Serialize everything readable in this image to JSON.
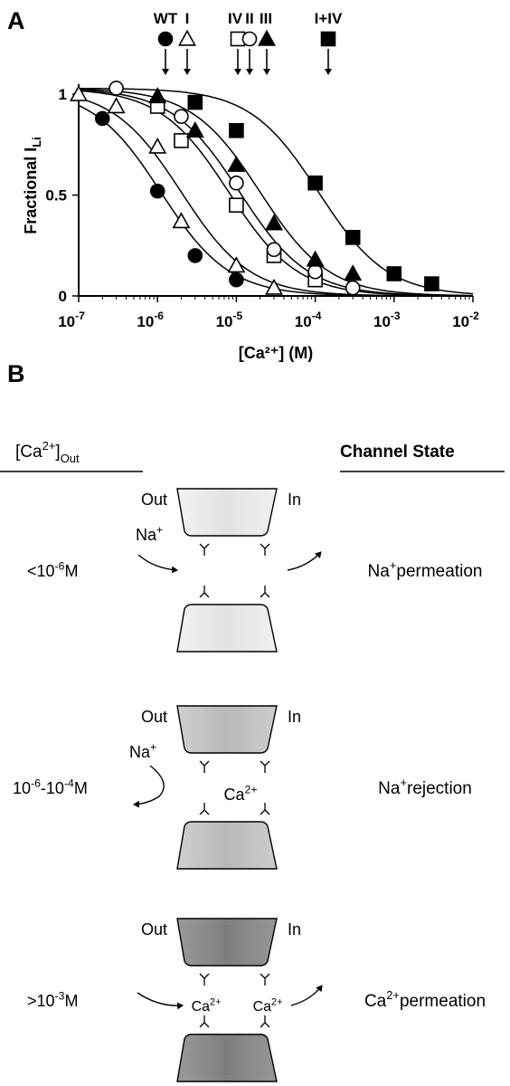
{
  "panel_a": {
    "letter": "A"
  },
  "panel_b": {
    "letter": "B"
  },
  "chart_data": {
    "type": "scatter",
    "ylabel": "Fractional I",
    "ylabel_sub": "Li",
    "xlabel": "[Ca²⁺] (M)",
    "x_scale": "log",
    "xlim": [
      1e-07,
      0.01
    ],
    "ylim": [
      0,
      1.05
    ],
    "x_ticks": [
      {
        "value": 1e-07,
        "base": "10",
        "exp": "-7"
      },
      {
        "value": 1e-06,
        "base": "10",
        "exp": "-6"
      },
      {
        "value": 1e-05,
        "base": "10",
        "exp": "-5"
      },
      {
        "value": 0.0001,
        "base": "10",
        "exp": "-4"
      },
      {
        "value": 0.001,
        "base": "10",
        "exp": "-3"
      },
      {
        "value": 0.01,
        "base": "10",
        "exp": "-2"
      }
    ],
    "y_ticks": [
      {
        "value": 0,
        "label": "0"
      },
      {
        "value": 0.5,
        "label": "0.5"
      },
      {
        "value": 1,
        "label": "1"
      }
    ],
    "series": [
      {
        "name": "WT",
        "marker": "circle-filled",
        "ic50": 1.1e-06,
        "points": [
          [
            2e-07,
            0.88
          ],
          [
            1e-06,
            0.52
          ],
          [
            3e-06,
            0.2
          ],
          [
            1e-05,
            0.08
          ]
        ]
      },
      {
        "name": "I",
        "marker": "triangle-open",
        "ic50": 2e-06,
        "points": [
          [
            1e-07,
            1.0
          ],
          [
            3e-07,
            0.94
          ],
          [
            1e-06,
            0.74
          ],
          [
            2e-06,
            0.37
          ],
          [
            1e-05,
            0.15
          ],
          [
            3e-05,
            0.04
          ]
        ]
      },
      {
        "name": "IV",
        "marker": "square-open",
        "ic50": 8e-06,
        "points": [
          [
            1e-06,
            0.94
          ],
          [
            2e-06,
            0.77
          ],
          [
            1e-05,
            0.45
          ],
          [
            3e-05,
            0.2
          ],
          [
            0.0001,
            0.08
          ]
        ]
      },
      {
        "name": "II",
        "marker": "circle-open",
        "ic50": 1.1e-05,
        "points": [
          [
            3e-07,
            1.03
          ],
          [
            2e-06,
            0.89
          ],
          [
            1e-05,
            0.56
          ],
          [
            3e-05,
            0.23
          ],
          [
            0.0001,
            0.12
          ],
          [
            0.0003,
            0.04
          ]
        ]
      },
      {
        "name": "III",
        "marker": "triangle-filled",
        "ic50": 2e-05,
        "points": [
          [
            1e-06,
            0.99
          ],
          [
            3e-06,
            0.82
          ],
          [
            1e-05,
            0.65
          ],
          [
            3e-05,
            0.36
          ],
          [
            0.0001,
            0.18
          ],
          [
            0.0003,
            0.11
          ]
        ]
      },
      {
        "name": "I+IV",
        "marker": "square-filled",
        "ic50": 0.00011,
        "points": [
          [
            3e-06,
            0.96
          ],
          [
            1e-05,
            0.82
          ],
          [
            0.0001,
            0.56
          ],
          [
            0.0003,
            0.29
          ],
          [
            0.001,
            0.11
          ],
          [
            0.003,
            0.06
          ]
        ]
      }
    ],
    "legend": [
      {
        "label": "WT",
        "marker": "circle-filled",
        "arrow_x": 1e-06
      },
      {
        "label": "I",
        "marker": "triangle-open",
        "arrow_x": 2e-06
      },
      {
        "label": "IV",
        "marker": "square-open",
        "arrow_x": 8e-06
      },
      {
        "label": "II",
        "marker": "circle-open",
        "arrow_x": 1.1e-05
      },
      {
        "label": "III",
        "marker": "triangle-filled",
        "arrow_x": 2e-05
      },
      {
        "label": "I+IV",
        "marker": "square-filled",
        "arrow_x": 0.00011
      }
    ]
  },
  "schematic": {
    "left_header": {
      "base": "[Ca",
      "sup": "2+",
      "close": "]",
      "sub": "Out"
    },
    "right_header": "Channel State",
    "states": [
      {
        "conc": {
          "pre": "<10",
          "exp": "-6",
          "post": "M"
        },
        "state": {
          "base": "Na",
          "sup": "+",
          "rest": "permeation"
        },
        "out_label": "Out",
        "in_label": "In",
        "ion_label": {
          "base": "Na",
          "sup": "+"
        },
        "pore_ions": [],
        "tint": "#e6e6e6"
      },
      {
        "conc": {
          "pre": "10",
          "exp": "-6",
          "mid": "-10",
          "exp2": "-4",
          "post": "M"
        },
        "state": {
          "base": "Na",
          "sup": "+",
          "rest": "rejection"
        },
        "out_label": "Out",
        "in_label": "In",
        "ion_label": {
          "base": "Na",
          "sup": "+"
        },
        "pore_ions": [
          {
            "base": "Ca",
            "sup": "2+"
          }
        ],
        "tint": "#bfbfbf"
      },
      {
        "conc": {
          "pre": ">10",
          "exp": "-3",
          "post": "M"
        },
        "state": {
          "base": "Ca",
          "sup": "2+",
          "rest": "permeation"
        },
        "out_label": "Out",
        "in_label": "In",
        "pore_ions": [
          {
            "base": "Ca",
            "sup": "2+"
          },
          {
            "base": "Ca",
            "sup": "2+"
          }
        ],
        "tint": "#8c8c8c"
      }
    ]
  }
}
